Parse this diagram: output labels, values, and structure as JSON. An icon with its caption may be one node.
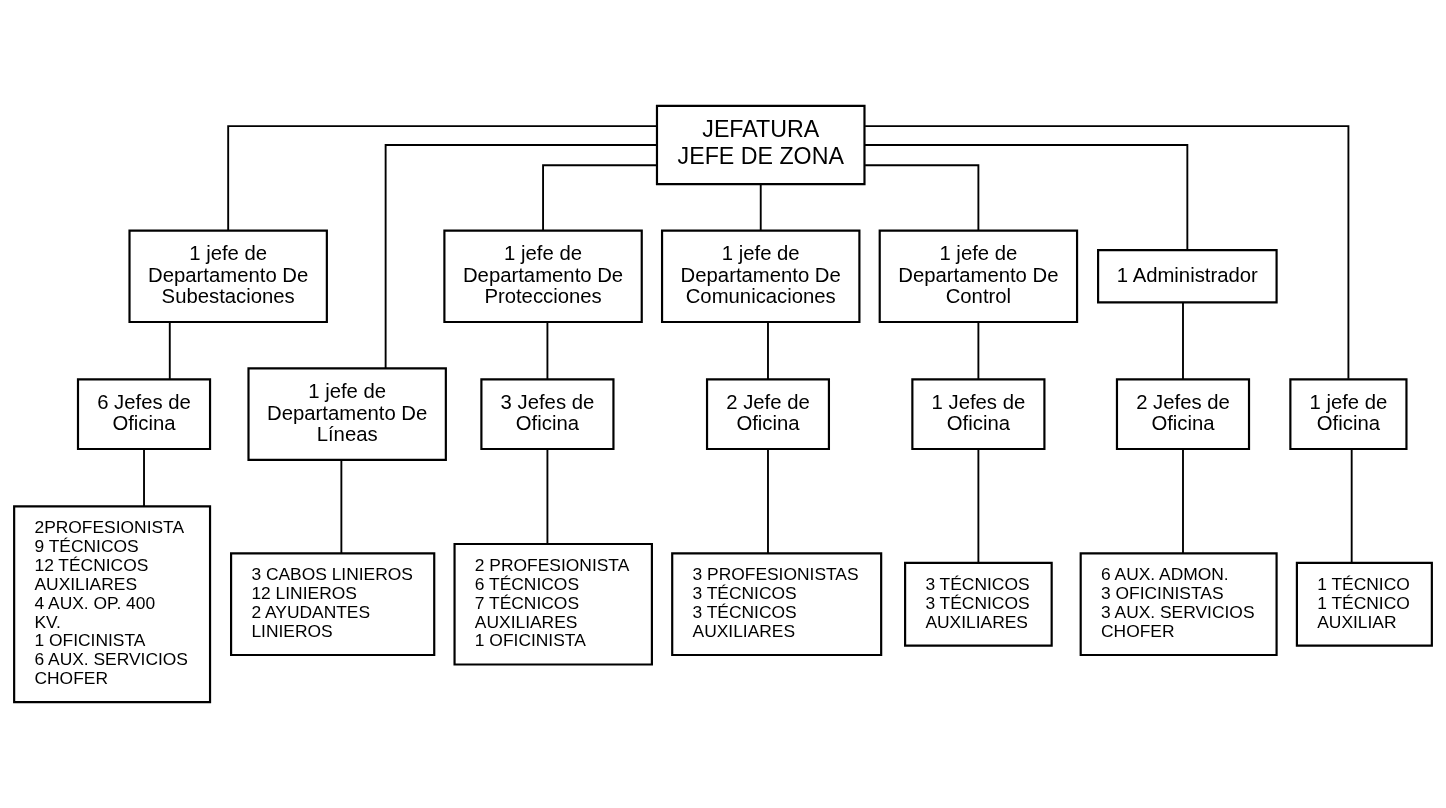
{
  "diagram": {
    "nodes": [
      {
        "text": [
          "JEFATURA",
          "JEFE DE ZONA"
        ]
      },
      {
        "text": [
          "1 jefe de Departamento De Subestaciones"
        ]
      },
      {
        "text": [
          "1 jefe de Departamento De Líneas"
        ]
      },
      {
        "text": [
          "1 jefe de Departamento De Protecciones"
        ]
      },
      {
        "text": [
          "1 jefe de Departamento De Comunicaciones"
        ]
      },
      {
        "text": [
          "1 jefe de Departamento De Control"
        ]
      },
      {
        "text": [
          "1 Administrador"
        ]
      },
      {
        "text": [
          "6 Jefes de Oficina"
        ]
      },
      {
        "text": [
          "3 Jefes de Oficina"
        ]
      },
      {
        "text": [
          "2 Jefe de Oficina"
        ]
      },
      {
        "text": [
          "1 Jefes de Oficina"
        ]
      },
      {
        "text": [
          "2 Jefes de Oficina"
        ]
      },
      {
        "text": [
          "1 jefe de Oficina"
        ]
      },
      {
        "text": [
          "2PROFESIONISTA",
          "9 TÉCNICOS",
          "12 TÉCNICOS AUXILIARES",
          "4 AUX. OP. 400 KV.",
          "1 OFICINISTA",
          "6 AUX. SERVICIOS",
          "CHOFER"
        ]
      },
      {
        "text": [
          "3 CABOS LINIEROS",
          "12 LINIEROS",
          "2 AYUDANTES LINIEROS"
        ]
      },
      {
        "text": [
          "2 PROFESIONISTA",
          "6 TÉCNICOS",
          "7 TÉCNICOS AUXILIARES",
          "1 OFICINISTA"
        ]
      },
      {
        "text": [
          "3 PROFESIONISTAS",
          "3 TÉCNICOS",
          "3 TÉCNICOS AUXILIARES"
        ]
      },
      {
        "text": [
          "3 TÉCNICOS",
          "3 TÉCNICOS AUXILIARES"
        ]
      },
      {
        "text": [
          "6 AUX. ADMON.",
          "3 OFICINISTAS",
          "3 AUX. SERVICIOS",
          "CHOFER"
        ]
      },
      {
        "text": [
          "1 TÉCNICO",
          "1 TÉCNICO AUXILIAR"
        ]
      }
    ],
    "edges": [
      {
        "from": 0,
        "to": 1,
        "arrow": "none"
      },
      {
        "from": 0,
        "to": 2,
        "arrow": "none"
      },
      {
        "from": 0,
        "to": 3,
        "arrow": "none"
      },
      {
        "from": 0,
        "to": 4,
        "arrow": "none"
      },
      {
        "from": 0,
        "to": 5,
        "arrow": "none"
      },
      {
        "from": 0,
        "to": 6,
        "arrow": "none"
      },
      {
        "from": 0,
        "to": 12,
        "arrow": "none"
      },
      {
        "from": 1,
        "to": 7,
        "arrow": "none"
      },
      {
        "from": 3,
        "to": 8,
        "arrow": "none"
      },
      {
        "from": 4,
        "to": 9,
        "arrow": "none"
      },
      {
        "from": 5,
        "to": 10,
        "arrow": "none"
      },
      {
        "from": 6,
        "to": 11,
        "arrow": "none"
      },
      {
        "from": 7,
        "to": 13,
        "arrow": "none"
      },
      {
        "from": 2,
        "to": 14,
        "arrow": "none"
      },
      {
        "from": 8,
        "to": 15,
        "arrow": "none"
      },
      {
        "from": 9,
        "to": 16,
        "arrow": "none"
      },
      {
        "from": 10,
        "to": 17,
        "arrow": "none"
      },
      {
        "from": 11,
        "to": 18,
        "arrow": "none"
      },
      {
        "from": 12,
        "to": 19,
        "arrow": "none"
      }
    ]
  }
}
